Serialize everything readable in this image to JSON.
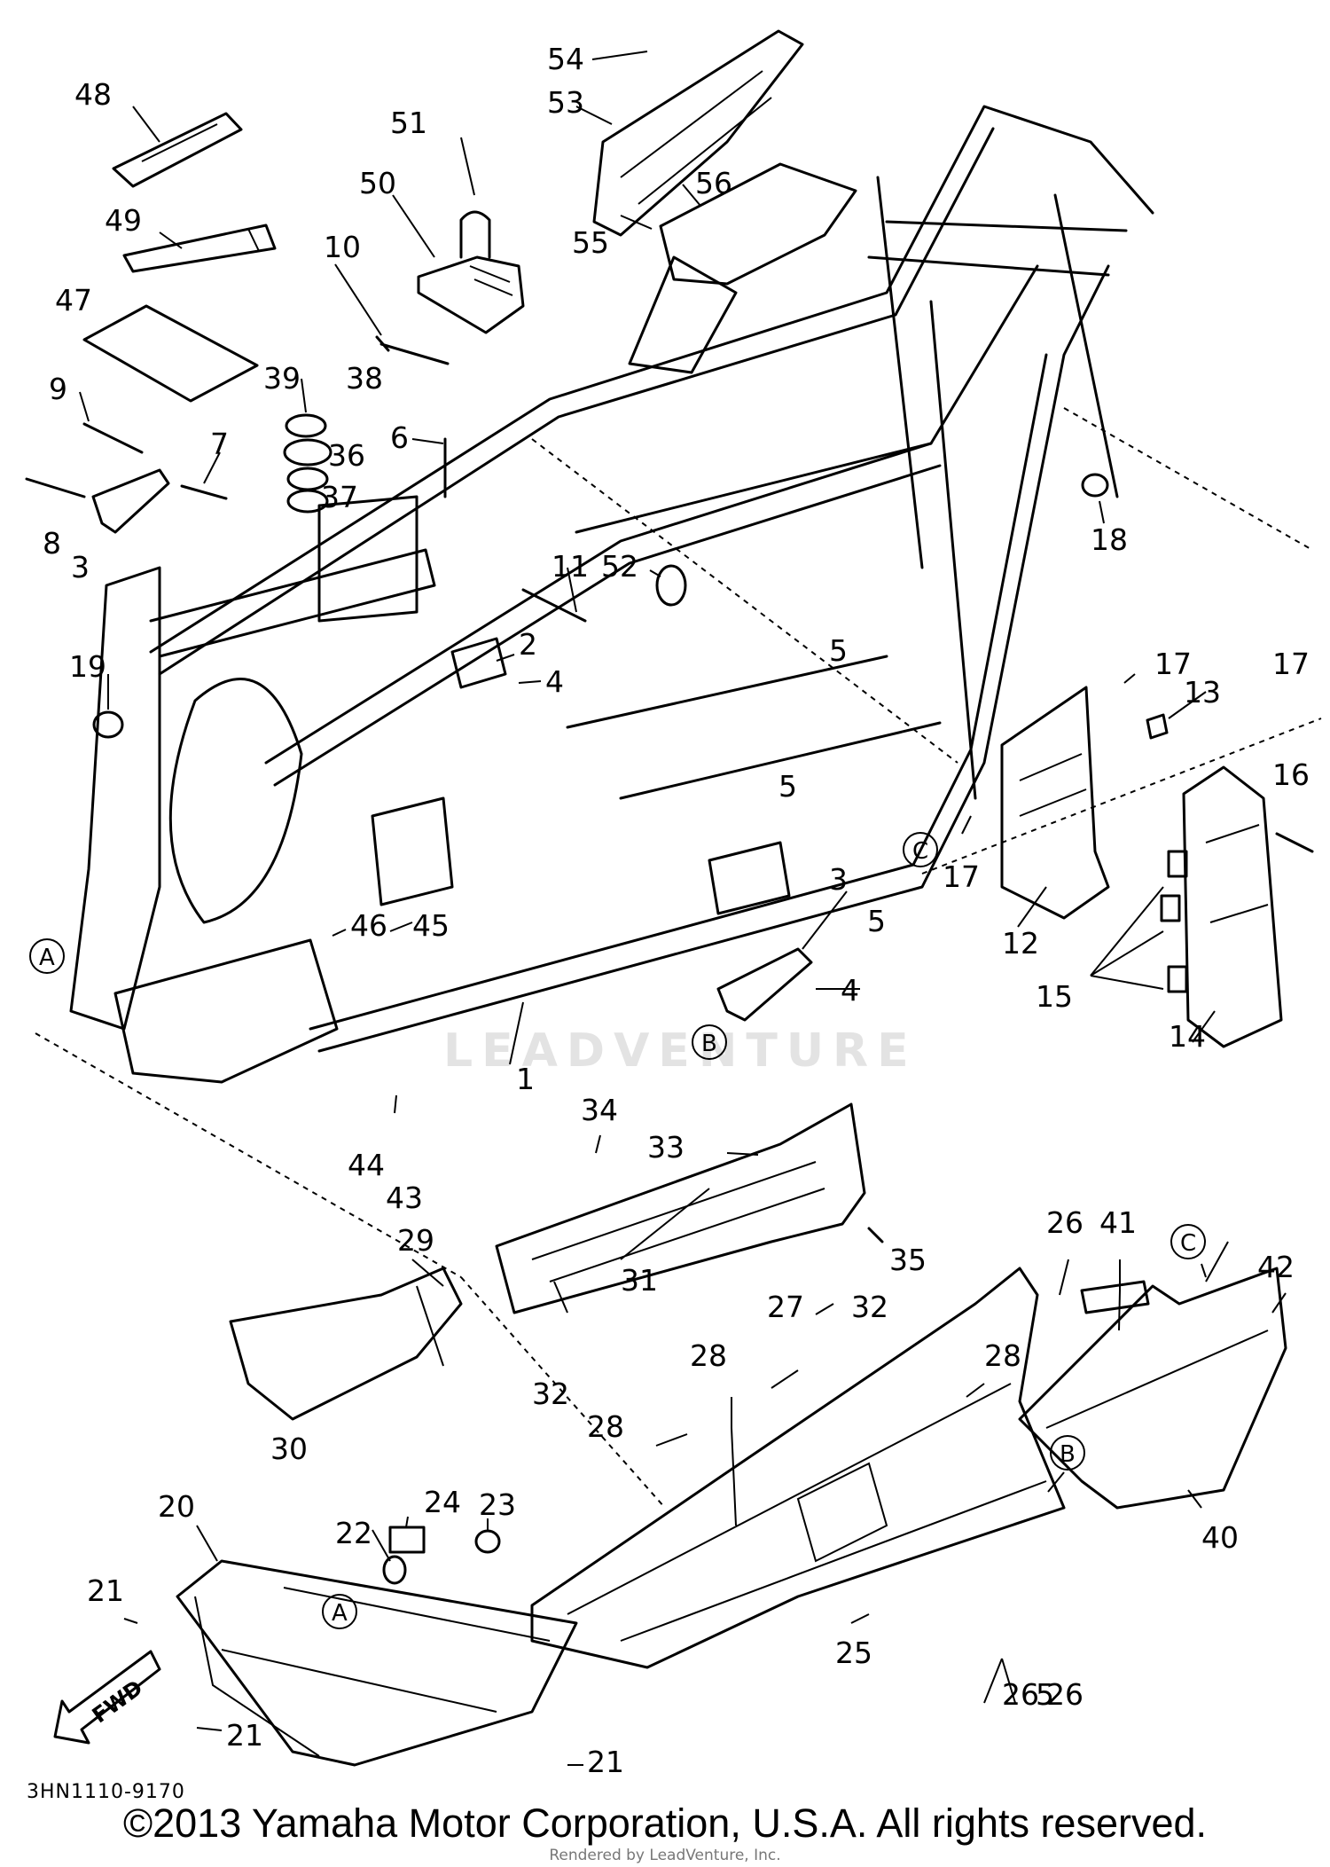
{
  "diagram": {
    "callouts": [
      "48",
      "49",
      "47",
      "51",
      "50",
      "10",
      "39",
      "38",
      "36",
      "37",
      "9",
      "8",
      "3",
      "7",
      "6",
      "54",
      "53",
      "56",
      "55",
      "18",
      "11",
      "52",
      "2",
      "4",
      "5",
      "5",
      "19",
      "17",
      "13",
      "17",
      "16",
      "12",
      "17",
      "15",
      "14",
      "C",
      "3",
      "5",
      "4",
      "B",
      "1",
      "46",
      "45",
      "A",
      "44",
      "43",
      "34",
      "33",
      "35",
      "32",
      "31",
      "29",
      "32",
      "30",
      "27",
      "28",
      "28",
      "28",
      "26",
      "41",
      "C",
      "42",
      "B",
      "40",
      "20",
      "24",
      "23",
      "22",
      "21",
      "A",
      "25",
      "21",
      "21",
      "26",
      "26",
      "5"
    ],
    "fwd_label": "FWD",
    "watermark": "LEADVENTURE",
    "diagram_code": "3HN1110-9170"
  },
  "footer": {
    "copyright": "©2013 Yamaha Motor Corporation, U.S.A. All rights reserved.",
    "rendered_by": "Rendered by LeadVenture, Inc."
  }
}
